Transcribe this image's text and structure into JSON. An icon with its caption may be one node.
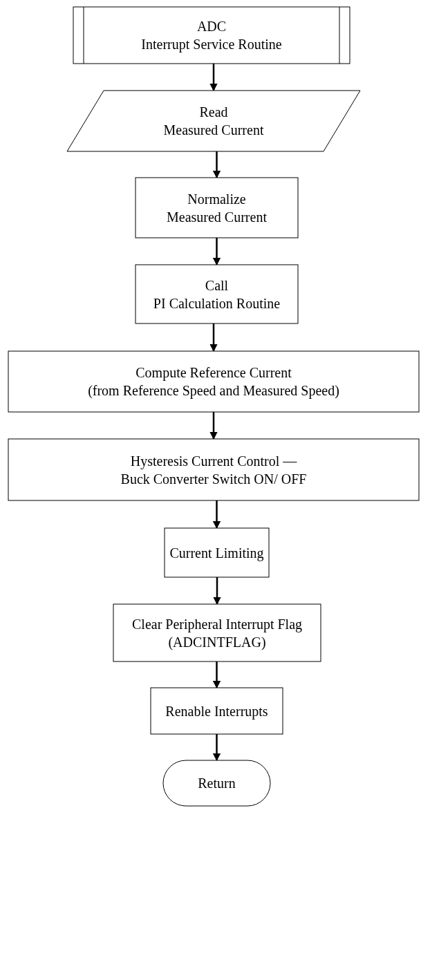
{
  "diagram": {
    "nodes": [
      {
        "text": [
          "ADC",
          "Interrupt Service Routine"
        ]
      },
      {
        "text": [
          "Read",
          "Measured Current"
        ]
      },
      {
        "text": [
          "Normalize",
          "Measured Current"
        ]
      },
      {
        "text": [
          "Call",
          "PI Calculation Routine"
        ]
      },
      {
        "text": [
          "Compute Reference Current",
          "(from Reference Speed and Measured Speed)"
        ]
      },
      {
        "text": [
          "Hysteresis Current Control —",
          "Buck Converter Switch ON/ OFF"
        ]
      },
      {
        "text": [
          "Current Limiting"
        ]
      },
      {
        "text": [
          "Clear Peripheral Interrupt Flag",
          "(ADCINTFLAG)"
        ]
      },
      {
        "text": [
          "Renable Interrupts"
        ]
      },
      {
        "text": [
          "Return"
        ]
      }
    ],
    "edges": [
      {
        "from": 0,
        "to": 1,
        "arrow": "to"
      },
      {
        "from": 1,
        "to": 2,
        "arrow": "to"
      },
      {
        "from": 2,
        "to": 3,
        "arrow": "to"
      },
      {
        "from": 3,
        "to": 4,
        "arrow": "to"
      },
      {
        "from": 4,
        "to": 5,
        "arrow": "to"
      },
      {
        "from": 5,
        "to": 6,
        "arrow": "to"
      },
      {
        "from": 6,
        "to": 7,
        "arrow": "to"
      },
      {
        "from": 7,
        "to": 8,
        "arrow": "to"
      },
      {
        "from": 8,
        "to": 9,
        "arrow": "to"
      }
    ]
  }
}
